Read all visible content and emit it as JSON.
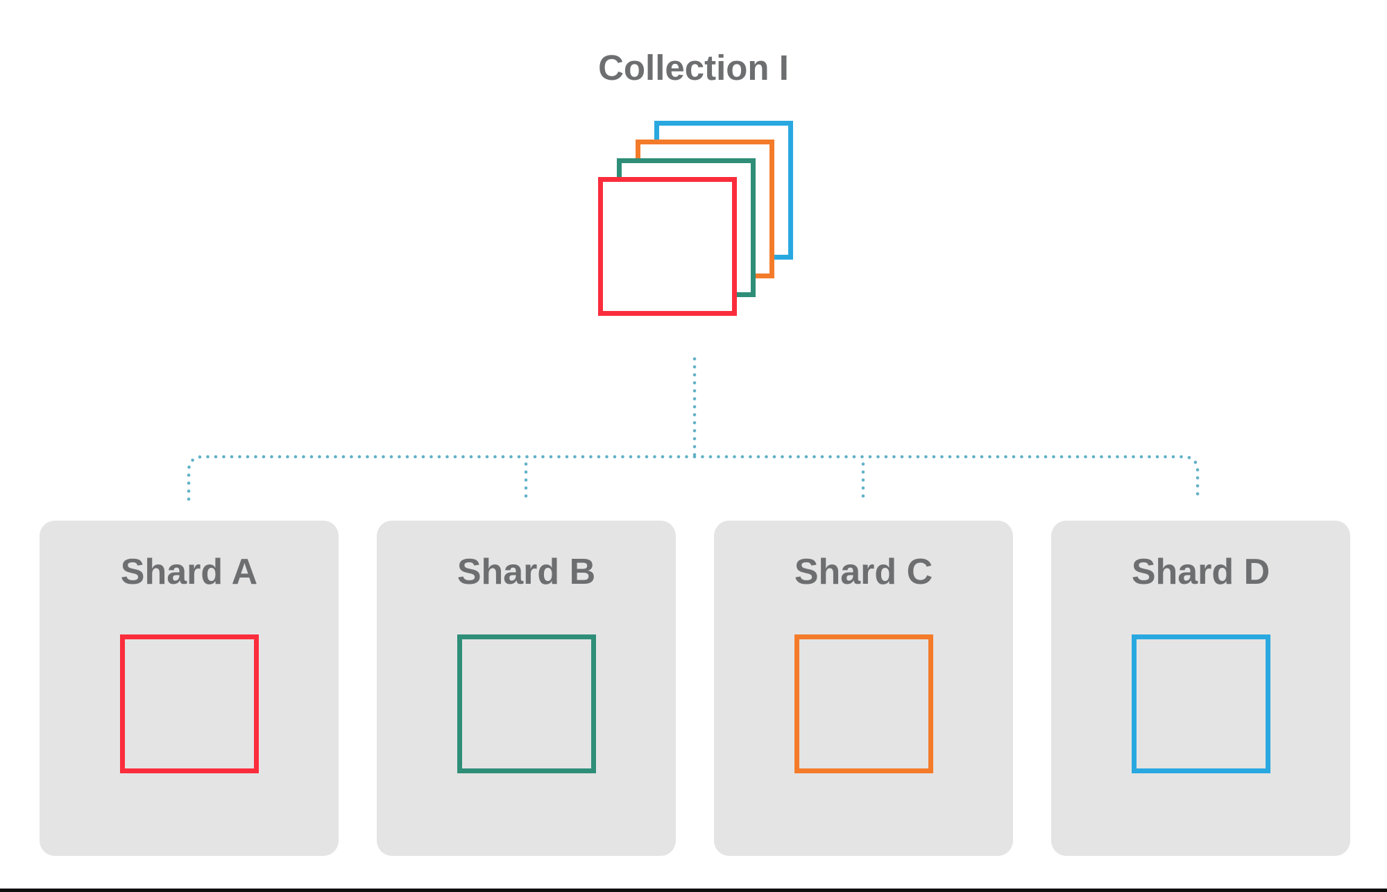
{
  "collection": {
    "title": "Collection I",
    "documents": [
      {
        "name": "document-blue",
        "color": "#29a8e0"
      },
      {
        "name": "document-orange",
        "color": "#f47b2a"
      },
      {
        "name": "document-green",
        "color": "#2e8e78"
      },
      {
        "name": "document-red",
        "color": "#fb2d3c"
      }
    ]
  },
  "connector": {
    "style": "dotted",
    "color": "#62b1c8"
  },
  "shards": [
    {
      "label": "Shard A",
      "document_color": "#fb2d3c"
    },
    {
      "label": "Shard B",
      "document_color": "#2e8e78"
    },
    {
      "label": "Shard C",
      "document_color": "#f47b2a"
    },
    {
      "label": "Shard D",
      "document_color": "#29a8e0"
    }
  ],
  "colors": {
    "card_background": "#e4e4e4",
    "label_text": "#6d6e70",
    "bottom_bar": "#0f0f0f"
  }
}
